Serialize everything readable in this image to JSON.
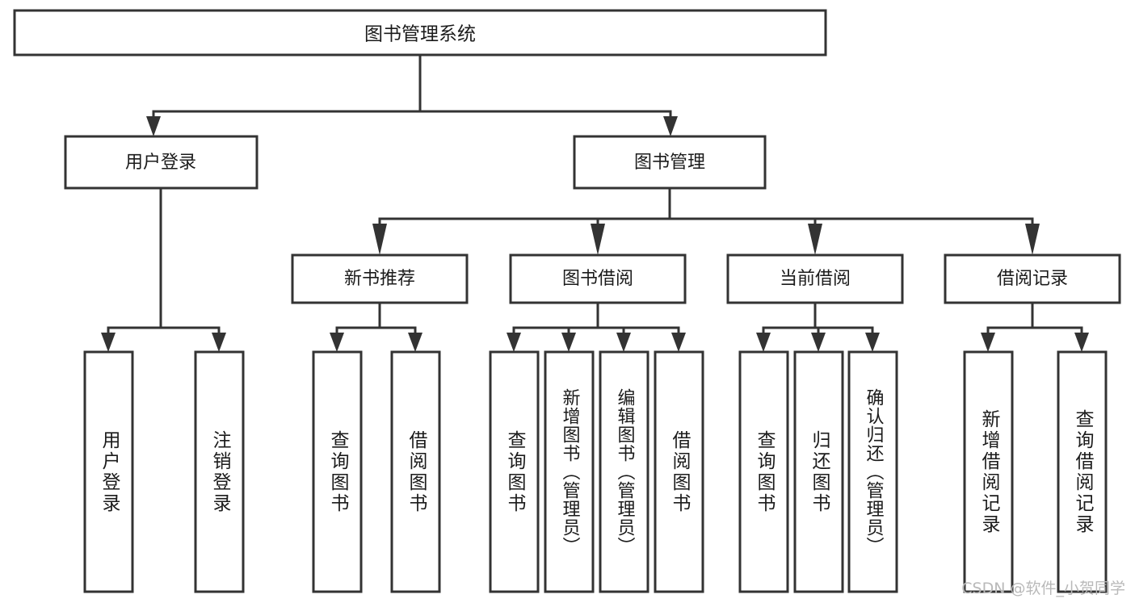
{
  "diagram": {
    "type": "tree-hierarchy",
    "title": "图书管理系统",
    "orientation": "top-down",
    "colors": {
      "stroke": "#333333",
      "fill": "#ffffff",
      "text": "#1b1b1b",
      "watermark": "#b9b9b9",
      "background": "#ffffff"
    },
    "levels": {
      "root": {
        "label": "图书管理系统"
      },
      "level2": [
        {
          "label": "用户登录"
        },
        {
          "label": "图书管理"
        }
      ],
      "level3": [
        {
          "label": "新书推荐"
        },
        {
          "label": "图书借阅"
        },
        {
          "label": "当前借阅"
        },
        {
          "label": "借阅记录"
        }
      ],
      "leaves": {
        "user_login": [
          {
            "label": "用户登录"
          },
          {
            "label": "注销登录"
          }
        ],
        "new_book_recommend": [
          {
            "label": "查询图书"
          },
          {
            "label": "借阅图书"
          }
        ],
        "book_borrow": [
          {
            "label": "查询图书"
          },
          {
            "label": "新增图书（管理员）"
          },
          {
            "label": "编辑图书（管理员）"
          },
          {
            "label": "借阅图书"
          }
        ],
        "current_borrow": [
          {
            "label": "查询图书"
          },
          {
            "label": "归还图书"
          },
          {
            "label": "确认归还（管理员）"
          }
        ],
        "borrow_record": [
          {
            "label": "新增借阅记录"
          },
          {
            "label": "查询借阅记录"
          }
        ]
      }
    },
    "watermark": "CSDN @软件_小贺同学"
  }
}
